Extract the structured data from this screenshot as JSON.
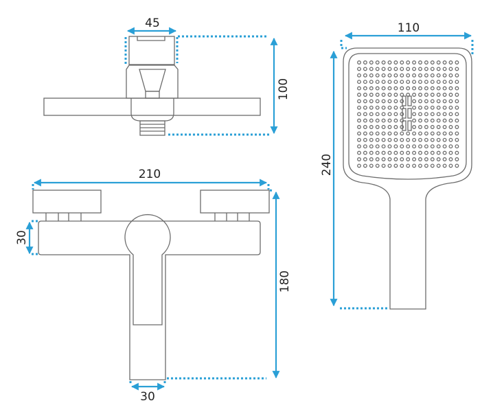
{
  "title": "Shower mixer and hand shower dimension drawing",
  "colors": {
    "dimension": "#2a9fd6",
    "outline": "#6b6b6b"
  },
  "top_view": {
    "width_label": "45",
    "depth_label": "100"
  },
  "front_view": {
    "width_label": "210",
    "height_label": "180",
    "body_height_label": "30",
    "stem_width_label": "30"
  },
  "hand_shower": {
    "width_label": "110",
    "length_label": "240",
    "nozzle_rows": 17,
    "nozzle_cols": 17
  }
}
